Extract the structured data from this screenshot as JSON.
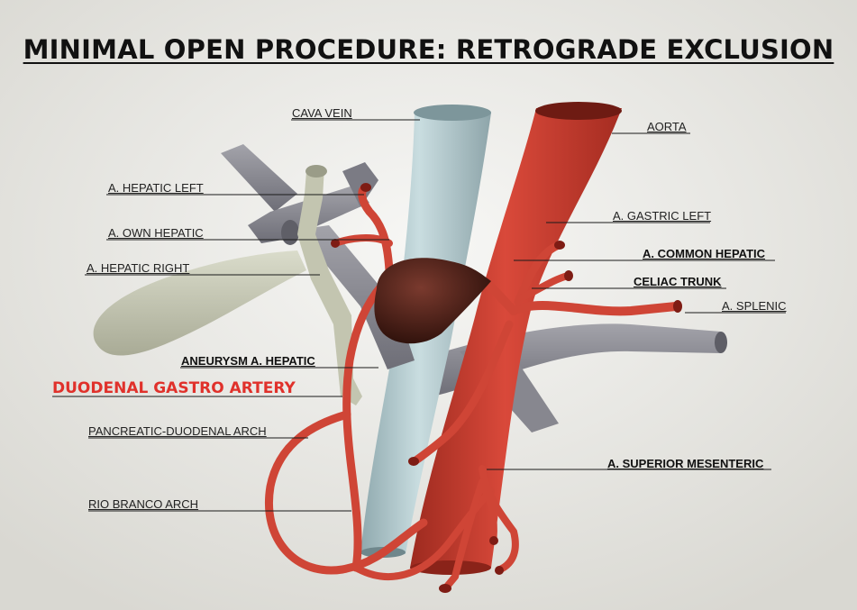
{
  "title": "MINIMAL OPEN PROCEDURE: RETROGRADE EXCLUSION",
  "labels": {
    "cava_vein": "CAVA VEIN",
    "aorta": "AORTA",
    "hepatic_left": "A. HEPATIC LEFT",
    "own_hepatic": "A. OWN HEPATIC",
    "hepatic_right": "A. HEPATIC RIGHT",
    "gastric_left": "A. GASTRIC LEFT",
    "common_hepatic": "A. COMMON HEPATIC",
    "celiac_trunk": "CELIAC TRUNK",
    "splenic": "A. SPLENIC",
    "aneurysm": "ANEURYSM A. HEPATIC",
    "duodenal_gastro": "DUODENAL GASTRO ARTERY",
    "pancreatic_duodenal": "PANCREATIC-DUODENAL ARCH",
    "superior_mesenteric": "A. SUPERIOR MESENTERIC",
    "rio_branco": "RIO BRANCO ARCH"
  },
  "colors": {
    "artery": "#d0463a",
    "artery_dark": "#8f2219",
    "vein_blue": "#a9c3c8",
    "vein_gray": "#8e8e96",
    "gallbladder": "#c9cbb6",
    "aneurysm": "#4a1e16",
    "highlight_label": "#e0312b"
  }
}
